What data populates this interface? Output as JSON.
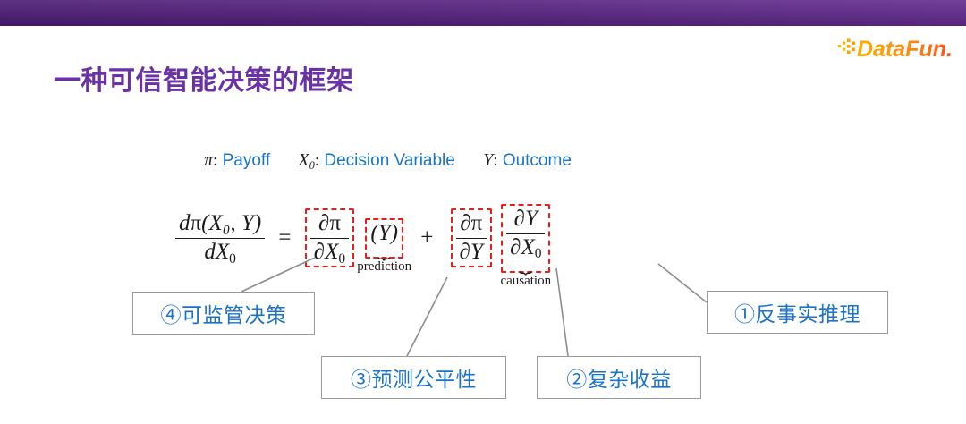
{
  "slide": {
    "title": "一种可信智能决策的框架",
    "brand": {
      "name": "DataFun.",
      "logo_icon": "datafun-logo",
      "color_start": "#f5a000",
      "color_end": "#ff4d1a"
    },
    "topbar_color_left": "#4b1a75",
    "topbar_color_right": "#632a8e",
    "title_color": "#6a32a4"
  },
  "legend": {
    "items": [
      {
        "symbol": "π",
        "sub": "",
        "colon": ":",
        "description": "Payoff"
      },
      {
        "symbol": "X",
        "sub": "0",
        "colon": ":",
        "description": "Decision Variable"
      },
      {
        "symbol": "Y",
        "sub": "",
        "colon": ":",
        "description": "Outcome"
      }
    ],
    "description_color": "#1b73c8"
  },
  "equation": {
    "lhs": {
      "numerator": "dπ(X₀, Y)",
      "numerator_d": "d",
      "numerator_pi": "π",
      "numerator_args": "(X₀, Y)",
      "denominator_d": "d",
      "denominator_var": "X",
      "denominator_sub": "0"
    },
    "equals": "=",
    "plus": "+",
    "term1": {
      "numerator_partial": "∂",
      "numerator_var": "π",
      "denominator_partial": "∂",
      "denominator_var": "X",
      "denominator_sub": "0",
      "boxed": true,
      "box_color": "#f01c1c"
    },
    "term2": {
      "content": "(Y)",
      "brace": "⏟",
      "label": "prediction",
      "boxed": true
    },
    "term3": {
      "numerator_partial": "∂",
      "numerator_var": "π",
      "denominator_partial": "∂",
      "denominator_var": "Y",
      "boxed": true
    },
    "term4": {
      "numerator_partial": "∂",
      "numerator_var": "Y",
      "denominator_partial": "∂",
      "denominator_var": "X",
      "denominator_sub": "0",
      "brace": "⏟",
      "label": "causation",
      "boxed": true
    }
  },
  "callouts": [
    {
      "id": "callout1",
      "label": "①反事实推理"
    },
    {
      "id": "callout2",
      "label": "②复杂收益"
    },
    {
      "id": "callout3",
      "label": "③预测公平性"
    },
    {
      "id": "callout4",
      "label": "④可监管决策"
    }
  ],
  "connector_color": "#8c8c8c"
}
